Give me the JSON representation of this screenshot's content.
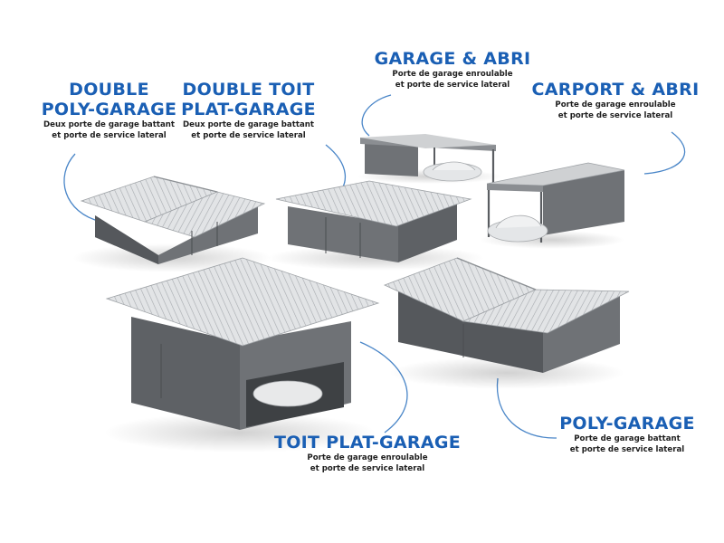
{
  "colors": {
    "title": "#1a5fb4",
    "description": "#1e1e1e",
    "callout_line": "#4a86c8",
    "wall": "#6f7276",
    "wall_dark": "#55585c",
    "roof": "#d9dbdd",
    "roof_line": "#9ea2a6"
  },
  "labels": [
    {
      "id": "double-poly-garage",
      "title_lines": [
        "DOUBLE",
        "POLY-GARAGE"
      ],
      "desc_lines": [
        "Deux porte de garage battant",
        "et porte de service lateral"
      ]
    },
    {
      "id": "double-toit-plat-garage",
      "title_lines": [
        "DOUBLE TOIT",
        "PLAT-GARAGE"
      ],
      "desc_lines": [
        "Deux porte de garage battant",
        "et porte de service lateral"
      ]
    },
    {
      "id": "garage-abri",
      "title_lines": [
        "GARAGE & ABRI"
      ],
      "desc_lines": [
        "Porte de garage enroulable",
        "et porte de service lateral"
      ]
    },
    {
      "id": "carport-abri",
      "title_lines": [
        "CARPORT & ABRI"
      ],
      "desc_lines": [
        "Porte de garage enroulable",
        "et porte de service lateral"
      ]
    },
    {
      "id": "toit-plat-garage",
      "title_lines": [
        "TOIT PLAT-GARAGE"
      ],
      "desc_lines": [
        "Porte de garage enroulable",
        "et porte de service lateral"
      ]
    },
    {
      "id": "poly-garage",
      "title_lines": [
        "POLY-GARAGE"
      ],
      "desc_lines": [
        "Porte de garage battant",
        "et porte de service lateral"
      ]
    }
  ]
}
